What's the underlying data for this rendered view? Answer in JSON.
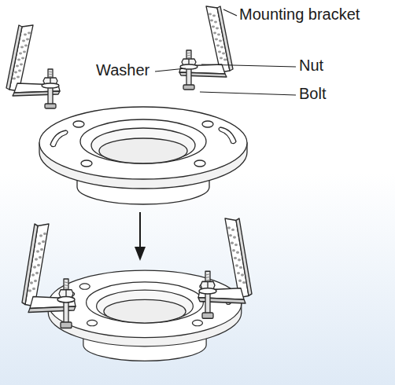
{
  "diagram": {
    "labels": [
      "Mounting bracket",
      "Washer",
      "Nut",
      "Bolt"
    ]
  }
}
